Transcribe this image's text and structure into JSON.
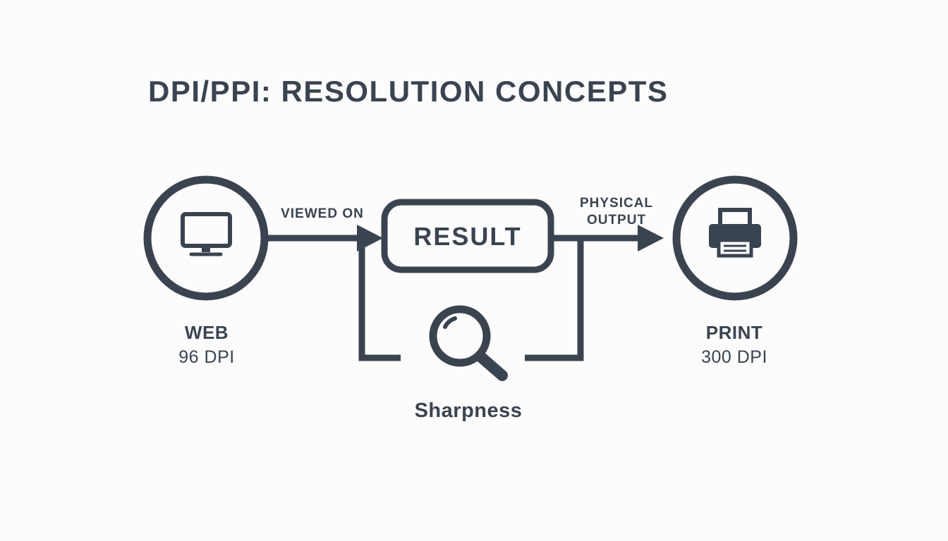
{
  "title": "DPI/PPI: RESOLUTION CONCEPTS",
  "colors": {
    "ink": "#3a4450",
    "background": "#fcfcfc"
  },
  "diagram": {
    "web_node": {
      "icon": "monitor-icon",
      "label": "WEB",
      "sublabel": "96 DPI"
    },
    "arrow_viewed_on": {
      "label": "VIEWED ON"
    },
    "result_box": {
      "label": "RESULT"
    },
    "arrow_physical_output": {
      "label_line1": "PHYSICAL",
      "label_line2": "OUTPUT"
    },
    "print_node": {
      "icon": "printer-icon",
      "label": "PRINT",
      "sublabel": "300 DPI"
    },
    "sharpness_node": {
      "icon": "magnifier-icon",
      "label": "Sharpness"
    }
  }
}
